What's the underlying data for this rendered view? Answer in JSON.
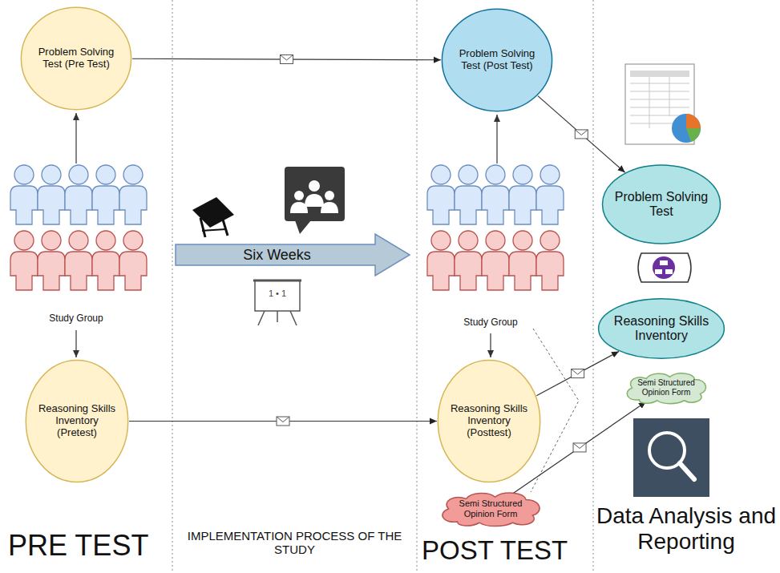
{
  "diagram": {
    "nodes": [
      {
        "text": [
          "Problem Solving Test (Pre Test)"
        ]
      },
      {
        "text": [
          "Reasoning Skills Inventory (Pretest)"
        ]
      },
      {
        "text": [
          "Six Weeks"
        ]
      },
      {
        "text": [
          "Problem Solving Test (Post Test)"
        ]
      },
      {
        "text": [
          "Reasoning Skills Inventory (Posttest)"
        ]
      },
      {
        "text": [
          "Semi Structured Opinion Form"
        ]
      },
      {
        "text": [
          "Problem Solving Test"
        ]
      },
      {
        "text": [
          "Reasoning Skills Inventory"
        ]
      },
      {
        "text": [
          "Semi Structured Opinion Form"
        ]
      }
    ],
    "edges": [
      {
        "from": 0,
        "to": 3,
        "arrow": "to"
      },
      {
        "from": 1,
        "to": 4,
        "arrow": "to"
      },
      {
        "from": 3,
        "to": 6,
        "arrow": "to"
      },
      {
        "from": 4,
        "to": 7,
        "arrow": "to"
      },
      {
        "from": 5,
        "to": 8,
        "arrow": "to"
      }
    ],
    "labels": [
      "Study Group",
      "Study Group",
      "PRE TEST",
      "IMPLEMENTATION PROCESS OF THE STUDY",
      "POST TEST",
      "Data Analysis and Reporting",
      "1 • 1"
    ]
  }
}
